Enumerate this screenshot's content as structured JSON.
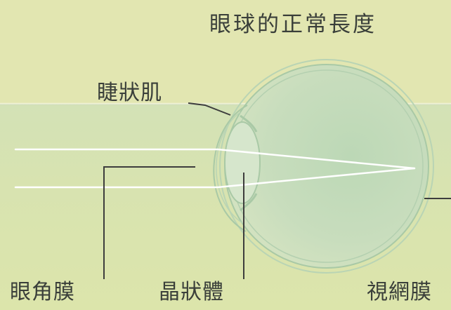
{
  "title": "眼球的正常長度",
  "labels": {
    "ciliary_muscle": "睫狀肌",
    "cornea": "眼角膜",
    "lens": "晶狀體",
    "retina": "視網膜"
  },
  "colors": {
    "background_top": "#e2e6b1",
    "background_bottom": "#d6e3b3",
    "eye_outline": "#a9c9a6",
    "eye_fill": "#c6dcbc",
    "light_rays": "#ffffff",
    "leader_lines": "#3d3d3d",
    "text": "#3a3f3a"
  }
}
